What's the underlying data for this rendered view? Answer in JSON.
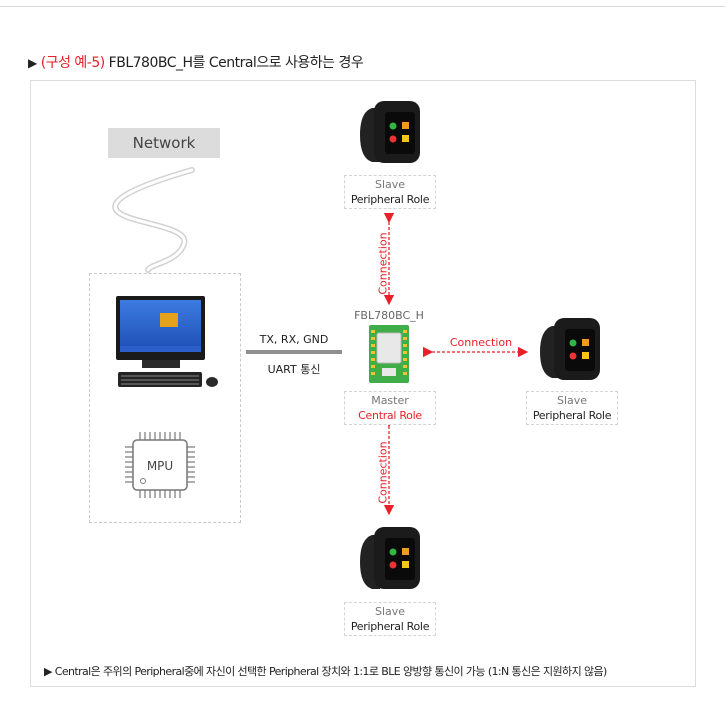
{
  "title": {
    "marker": "▶",
    "red_part": "(구성 예-5)",
    "rest": "FBL780BC_H를 Central으로 사용하는 경우"
  },
  "network_label": "Network",
  "uart": {
    "line1": "TX, RX, GND",
    "line2": "UART 통신"
  },
  "mpu_label": "MPU",
  "module_name": "FBL780BC_H",
  "master": {
    "role_top": "Master",
    "role_bottom": "Central Role"
  },
  "slaves": [
    {
      "role_top": "Slave",
      "role_bottom": "Peripheral Role"
    },
    {
      "role_top": "Slave",
      "role_bottom": "Peripheral Role"
    },
    {
      "role_top": "Slave",
      "role_bottom": "Peripheral Role"
    }
  ],
  "connection_label": "Connection",
  "footer": "▶ Central은 주위의 Peripheral중에 자신이 선택한 Peripheral 장치와 1:1로 BLE 양방향 통신이 가능 (1:N 통신은 지원하지 않음)",
  "colors": {
    "accent_red": "#e8202a",
    "network_bg": "#dcdcdc",
    "board_green": "#3fae49"
  }
}
